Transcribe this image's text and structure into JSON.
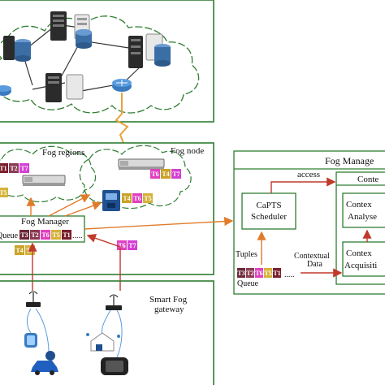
{
  "labels": {
    "fog_regions": "Fog regions",
    "fog_node": "Fog node",
    "fog_manager": "Fog Manager",
    "queue_left": "Queue",
    "smart_gateway_line1": "Smart Fog",
    "smart_gateway_line2": "gateway",
    "fog_manager_detail": "Fog Manage",
    "access": "access",
    "scheduler_line1": "CaPTS",
    "scheduler_line2": "Scheduler",
    "context_header": "Conte",
    "context_analyser_line1": "Contex",
    "context_analyser_line2": "Analyse",
    "context_acq_line1": "Contex",
    "context_acq_line2": "Acquisiti",
    "tuples": "Tuples",
    "queue_right": "Queue",
    "contextual_line1": "Contextual",
    "contextual_line2": "Data",
    "ellipsis": "....."
  },
  "tuple_groups": {
    "region_left_top": [
      "T1",
      "T2",
      "T7"
    ],
    "region_left_mid": [
      "T5"
    ],
    "region_right_top": [
      "T6",
      "T4",
      "T7"
    ],
    "region_right_mid": [
      "T4",
      "T6",
      "T5"
    ],
    "manager_queue": [
      "T3",
      "T2",
      "T6",
      "T5",
      "T1"
    ],
    "manager_below": [
      "T4",
      "T5"
    ],
    "incoming": [
      "T6",
      "T7"
    ],
    "detail_queue": [
      "T3",
      "T2",
      "T6",
      "T5",
      "T1"
    ]
  },
  "tuple_colors": {
    "T1": "#7a1f2b",
    "T2": "#8b3a52",
    "T3": "#6b2838",
    "T4": "#c9a227",
    "T5": "#d4b23a",
    "T6": "#e040c0",
    "T7": "#d43fd4"
  },
  "colors": {
    "frame_green": "#2e7d32",
    "cloud_green": "#2e7d32",
    "arrow_orange": "#e07b2a",
    "arrow_red": "#c0392b",
    "lightning": "#e8a33a"
  }
}
